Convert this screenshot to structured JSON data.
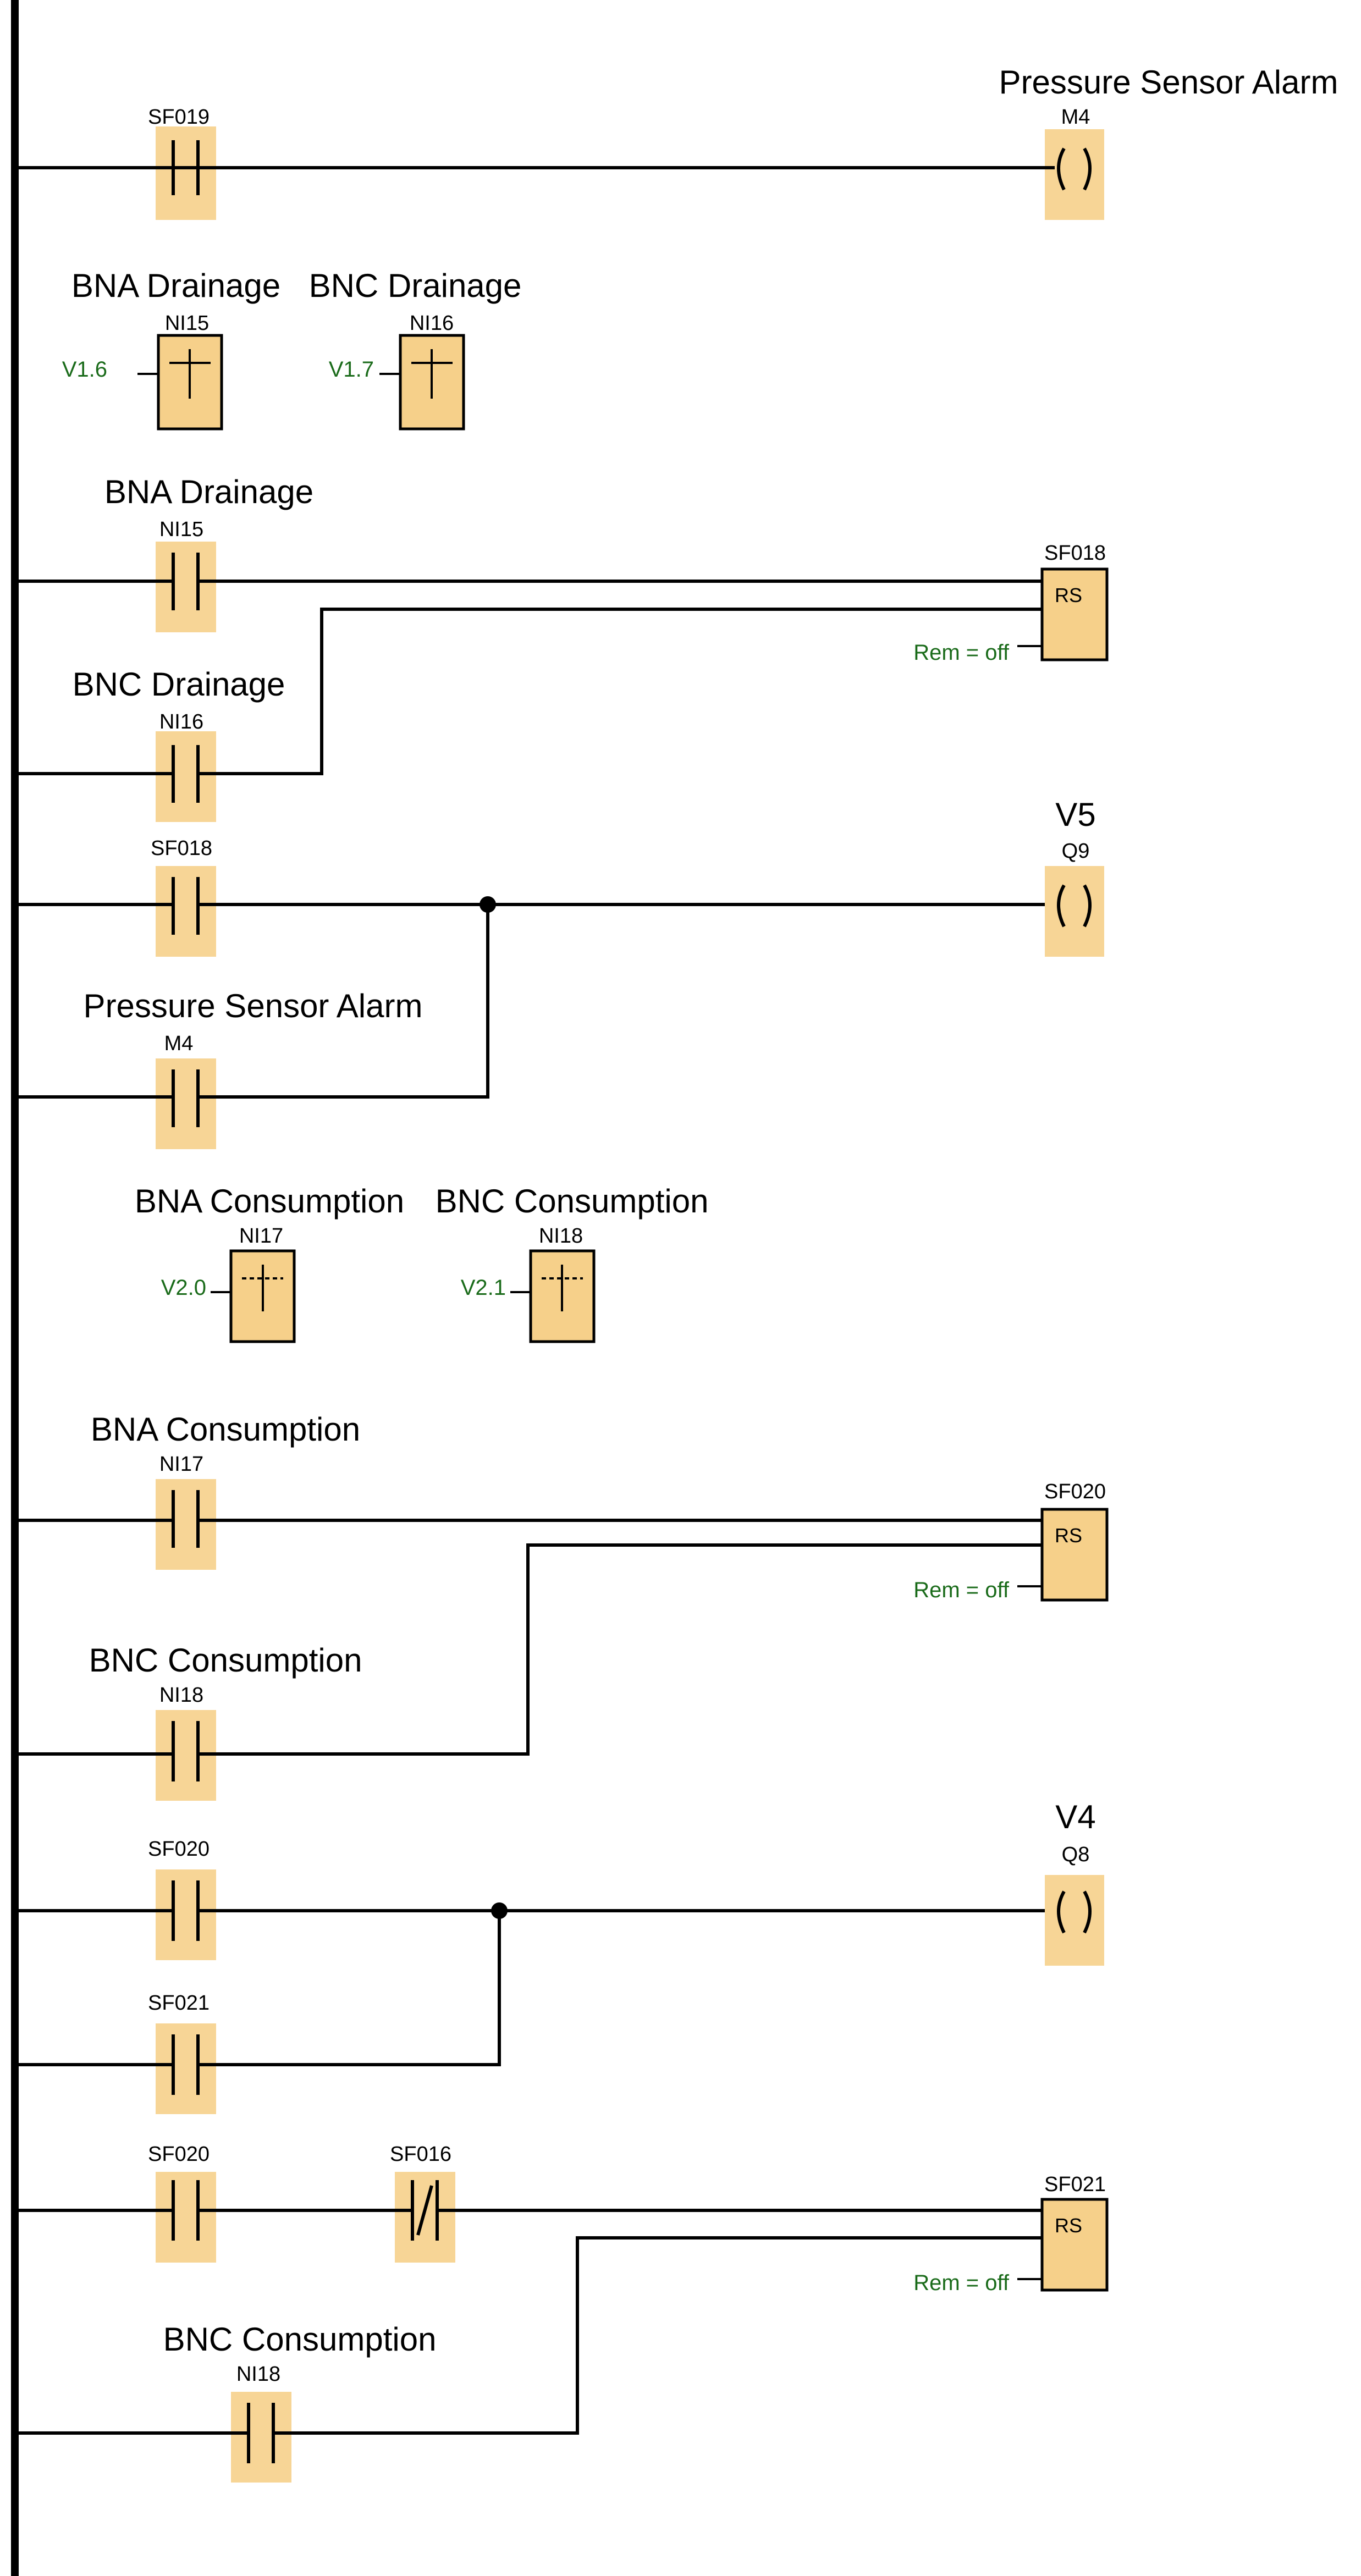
{
  "rung1": {
    "contact_addr": "SF019",
    "coil_label": "Pressure Sensor Alarm",
    "coil_addr": "M4"
  },
  "network_inputs_1": {
    "a_label": "BNA Drainage",
    "a_addr": "NI15",
    "a_var": "V1.6",
    "b_label": "BNC Drainage",
    "b_addr": "NI16",
    "b_var": "V1.7"
  },
  "rung2": {
    "c1_label": "BNA Drainage",
    "c1_addr": "NI15",
    "c2_label": "BNC Drainage",
    "c2_addr": "NI16",
    "block_addr": "SF018",
    "block_text": "RS",
    "rem": "Rem = off"
  },
  "rung3": {
    "c1_addr": "SF018",
    "c2_label": "Pressure Sensor Alarm",
    "c2_addr": "M4",
    "coil_label": "V5",
    "coil_addr": "Q9"
  },
  "network_inputs_2": {
    "a_label": "BNA Consumption",
    "a_addr": "NI17",
    "a_var": "V2.0",
    "b_label": "BNC Consumption",
    "b_addr": "NI18",
    "b_var": "V2.1"
  },
  "rung4": {
    "c1_label": "BNA Consumption",
    "c1_addr": "NI17",
    "c2_label": "BNC Consumption",
    "c2_addr": "NI18",
    "block_addr": "SF020",
    "block_text": "RS",
    "rem": "Rem = off"
  },
  "rung5": {
    "c1_addr": "SF020",
    "c2_addr": "SF021",
    "coil_label": "V4",
    "coil_addr": "Q8"
  },
  "rung6": {
    "c1_addr": "SF020",
    "c2_addr": "SF016",
    "c3_label": "BNC Consumption",
    "c3_addr": "NI18",
    "block_addr": "SF021",
    "block_text": "RS",
    "rem": "Rem = off"
  }
}
